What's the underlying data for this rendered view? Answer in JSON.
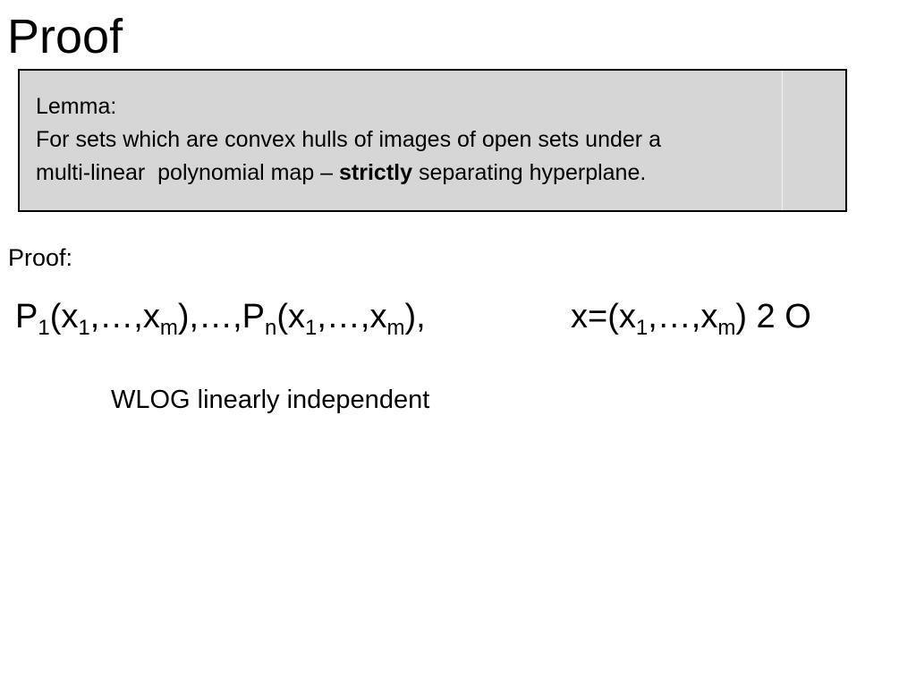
{
  "slide": {
    "title": "Proof"
  },
  "lemma": {
    "heading": "Lemma:",
    "line1": "For sets which are convex hulls of images of open sets under a",
    "line2_prefix": "multi-linear  polynomial map – ",
    "line2_bold": "strictly",
    "line2_suffix": " separating hyperplane."
  },
  "proof": {
    "label": "Proof:"
  },
  "formula": {
    "left": {
      "P": "P",
      "sub_1": "1",
      "open": "(x",
      "sub_x1": "1",
      "dots1": ",…,x",
      "sub_xm": "m",
      "close_mid": "),…,P",
      "sub_n": "n",
      "open2": "(x",
      "sub_x1b": "1",
      "dots2": ",…,x",
      "sub_xmb": "m",
      "close_end": "),"
    },
    "right": {
      "prefix": "x=(x",
      "sub_x1": "1",
      "dots": ",…,x",
      "sub_xm": "m",
      "suffix": ") 2 O"
    }
  },
  "note": {
    "wlog": "WLOG linearly independent"
  }
}
